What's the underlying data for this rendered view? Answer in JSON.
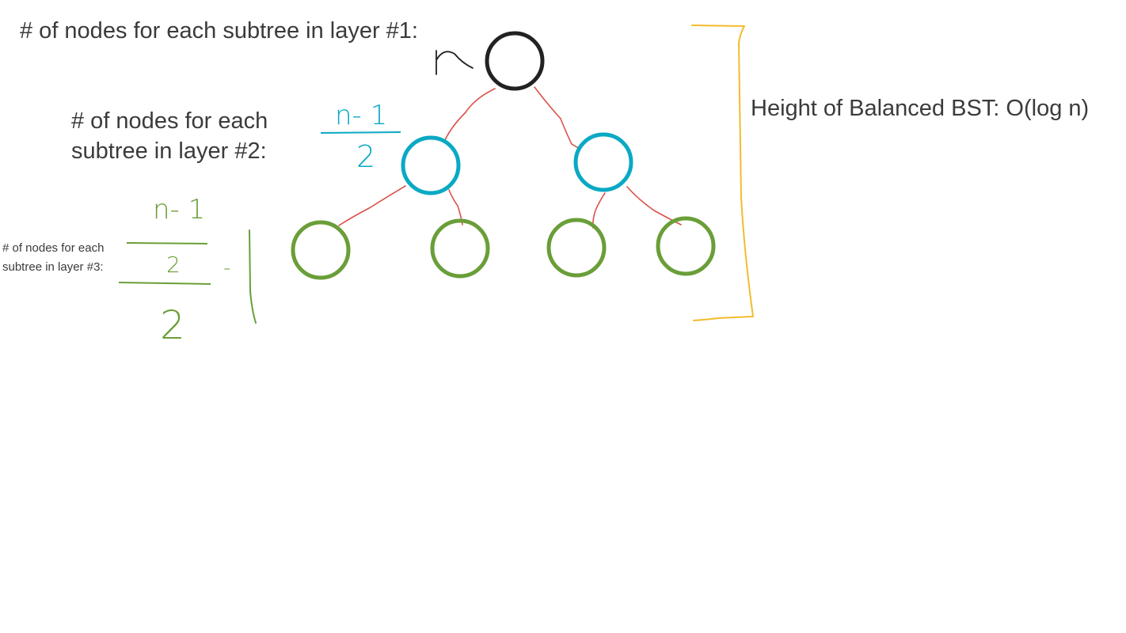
{
  "labels": {
    "layer1": "# of nodes for each subtree in layer #1:",
    "layer2_line1": "# of nodes for each",
    "layer2_line2": "subtree in layer #2:",
    "layer3_line1": "# of nodes for each",
    "layer3_line2": "subtree in layer #3:",
    "height": "Height of Balanced BST: O(log n)"
  },
  "annotations": {
    "layer1_count": "n",
    "layer2_numerator": "n- 1",
    "layer2_denominator": "2",
    "layer3_numerator": "n- 1",
    "layer3_inner_denominator": "2",
    "layer3_minus": "-",
    "layer3_one": "1",
    "layer3_outer_denominator": "2"
  },
  "colors": {
    "text": "#3b3b3b",
    "root": "#222222",
    "layer2": "#0aa9c4",
    "layer3": "#6a9e38",
    "edge": "#d9534a",
    "bracket": "#f2bc2e"
  }
}
